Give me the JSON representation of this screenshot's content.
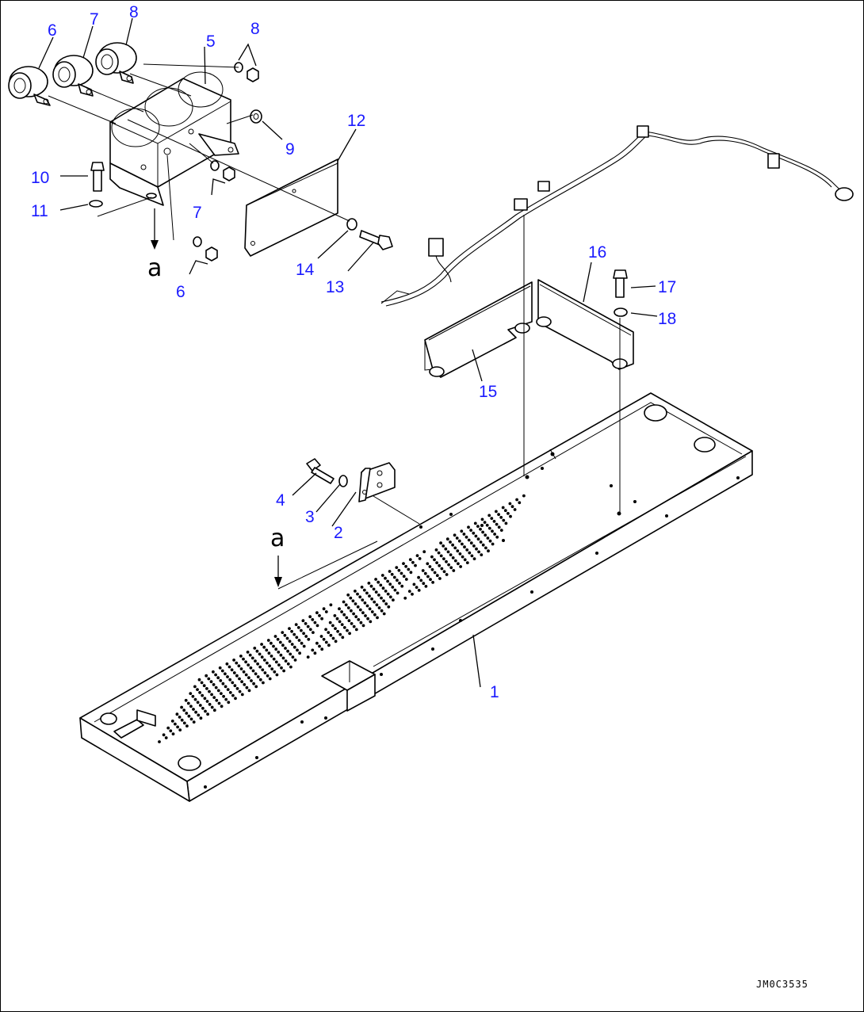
{
  "diagram": {
    "callouts": [
      {
        "id": "c1",
        "text": "1"
      },
      {
        "id": "c2",
        "text": "2"
      },
      {
        "id": "c3",
        "text": "3"
      },
      {
        "id": "c4",
        "text": "4"
      },
      {
        "id": "c5",
        "text": "5"
      },
      {
        "id": "c6a",
        "text": "6"
      },
      {
        "id": "c6b",
        "text": "6"
      },
      {
        "id": "c7a",
        "text": "7"
      },
      {
        "id": "c7b",
        "text": "7"
      },
      {
        "id": "c8a",
        "text": "8"
      },
      {
        "id": "c8b",
        "text": "8"
      },
      {
        "id": "c9",
        "text": "9"
      },
      {
        "id": "c10",
        "text": "10"
      },
      {
        "id": "c11",
        "text": "11"
      },
      {
        "id": "c12",
        "text": "12"
      },
      {
        "id": "c13",
        "text": "13"
      },
      {
        "id": "c14",
        "text": "14"
      },
      {
        "id": "c15",
        "text": "15"
      },
      {
        "id": "c16",
        "text": "16"
      },
      {
        "id": "c17",
        "text": "17"
      },
      {
        "id": "c18",
        "text": "18"
      }
    ],
    "view_markers": [
      {
        "id": "a1",
        "text": "a"
      },
      {
        "id": "a2",
        "text": "a"
      }
    ],
    "drawing_code": "JM0C3535",
    "colors": {
      "callout": "#1a1aff",
      "line": "#000000",
      "background": "#ffffff"
    }
  }
}
